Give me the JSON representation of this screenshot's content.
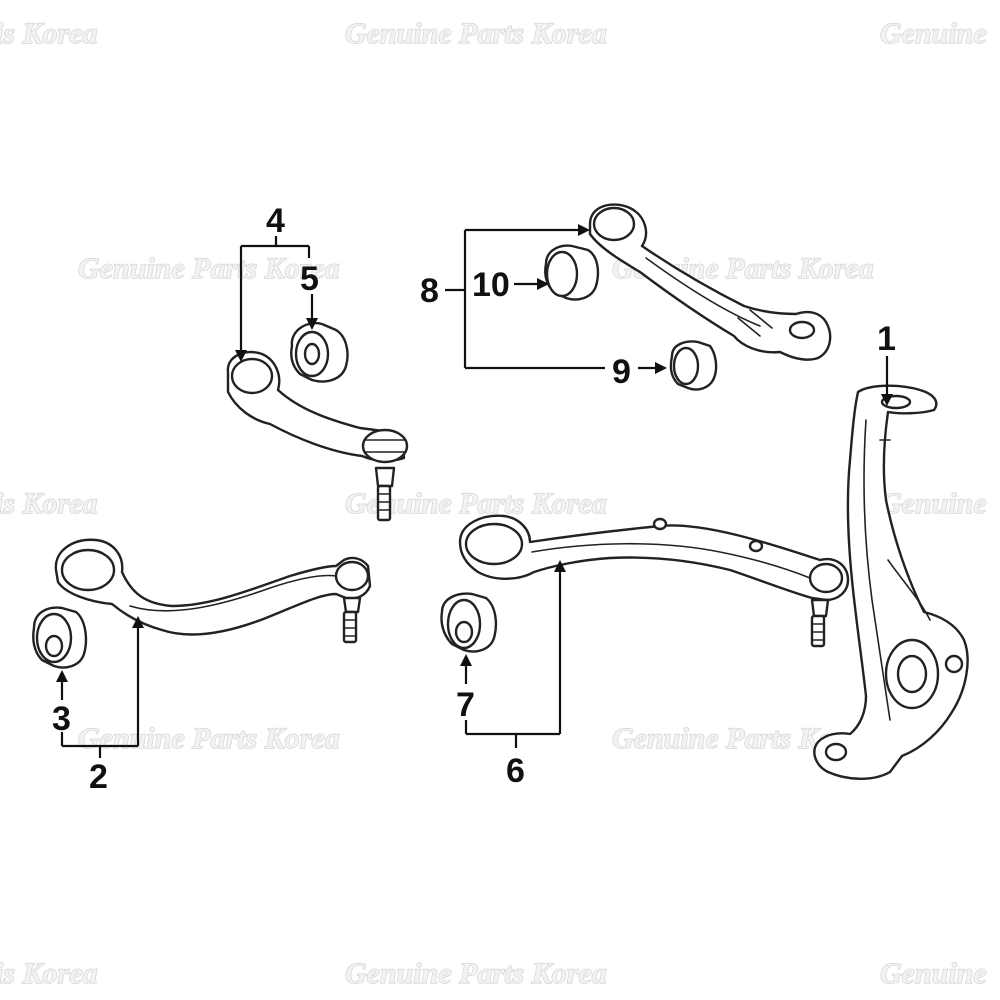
{
  "watermark": {
    "text": "Genuine Parts Korea",
    "left_fragment": "is Korea",
    "right_fragment": "Genuine"
  },
  "callouts": [
    "1",
    "2",
    "3",
    "4",
    "5",
    "6",
    "7",
    "8",
    "9",
    "10"
  ],
  "colors": {
    "line": "#222222",
    "watermark": "#d0d0d0",
    "background": "#ffffff"
  }
}
